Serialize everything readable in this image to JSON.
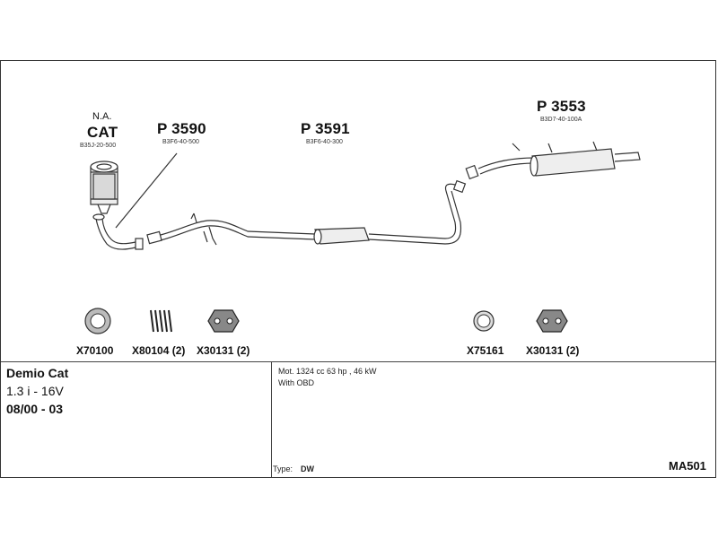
{
  "parts": {
    "cat_na": "N.A.",
    "cat_name": "CAT",
    "cat_code": "B35J-20-500",
    "p3590_no": "P 3590",
    "p3590_code": "B3F6-40-500",
    "p3591_no": "P 3591",
    "p3591_code": "B3F6-40-300",
    "p3553_no": "P 3553",
    "p3553_code": "B3D7-40-100A"
  },
  "accessories": [
    {
      "label": "X70100",
      "icon": "ring-gasket-icon"
    },
    {
      "label": "X80104 (2)",
      "icon": "spring-icon"
    },
    {
      "label": "X30131 (2)",
      "icon": "rubber-hanger-icon"
    },
    {
      "label": "X75161",
      "icon": "small-ring-icon"
    },
    {
      "label": "X30131 (2)",
      "icon": "rubber-hanger-icon"
    }
  ],
  "vehicle": {
    "model": "Demio Cat",
    "engine": "1.3 i - 16V",
    "years": "08/00 - 03"
  },
  "specs": {
    "motor": "Mot. 1324 cc 63 hp , 46 kW",
    "obd": "With OBD",
    "type_label": "Type:",
    "type_value": "DW",
    "ref": "MA501"
  },
  "colors": {
    "line": "#333333",
    "fill": "#f2f2f2"
  }
}
